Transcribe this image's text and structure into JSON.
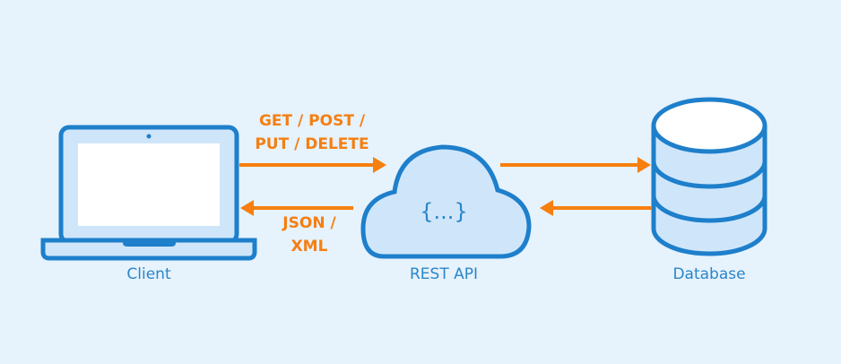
{
  "diagram": {
    "title": "REST API architecture",
    "nodes": {
      "client": {
        "label": "Client",
        "icon": "laptop-icon"
      },
      "api": {
        "label": "REST API",
        "icon": "cloud-icon",
        "inner_text": "{...}"
      },
      "database": {
        "label": "Database",
        "icon": "database-icon"
      }
    },
    "edges": {
      "request": {
        "from": "Client",
        "to": "REST API",
        "label_line1": "GET / POST /",
        "label_line2": "PUT / DELETE"
      },
      "response": {
        "from": "REST API",
        "to": "Client",
        "label_line1": "JSON /",
        "label_line2": "XML"
      },
      "api_to_db": {
        "from": "REST API",
        "to": "Database"
      },
      "db_to_api": {
        "from": "Database",
        "to": "REST API"
      }
    },
    "colors": {
      "stroke": "#1e7fcb",
      "fill": "#cfe6fa",
      "arrow": "#f77f0e",
      "background": "#e6f2fc"
    }
  }
}
